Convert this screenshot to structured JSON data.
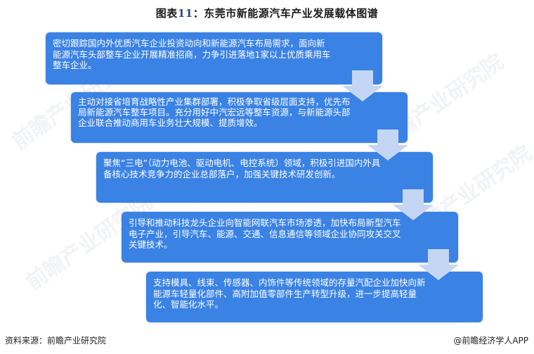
{
  "title": {
    "prefix": "图表",
    "number": "11",
    "text": "：东莞市新能源汽车产业发展载体图谱"
  },
  "steps": [
    {
      "text": "密切跟踪国内外优质汽车企业投资动向和新能源汽车布局需求，面向新能源汽车头部整车企业开展精准招商，力争引进落地1家以上优质乘用车整车企业。"
    },
    {
      "text": "主动对接省培育战略性产业集群部署，积极争取省级层面支持，优先布局新能源汽车整车项目。充分用好中汽宏远等整车资源，与新能源头部企业联合推动商用车业务壮大规模、提质增效。"
    },
    {
      "text": "聚焦“三电”（动力电池、驱动电机、电控系统）领域，积极引进国内外具备核心技术竞争力的企业总部落户，加强关键技术研发创新。"
    },
    {
      "text": "引导和推动科技龙头企业向智能网联汽车市场渗透，加快布局新型汽车电子产业，引导汽车、能源、交通、信息通信等领域企业协同攻关交叉关键技术。"
    },
    {
      "text": "支持模具、线束、传感器、内饰件等传统领域的存量汽配企业加快向新能源车轻量化部件、高附加值零部件生产转型升级，进一步提高轻量化、智能化水平。"
    }
  ],
  "watermarks": {
    "text": "前瞻产业研究院"
  },
  "footer": {
    "source": "资料来源：前瞻产业研究院",
    "credit": "@前瞻经济学人APP"
  },
  "colors": {
    "box": "#3a82e4",
    "arrow": "#c5d6f5",
    "text": "#ffffff"
  }
}
